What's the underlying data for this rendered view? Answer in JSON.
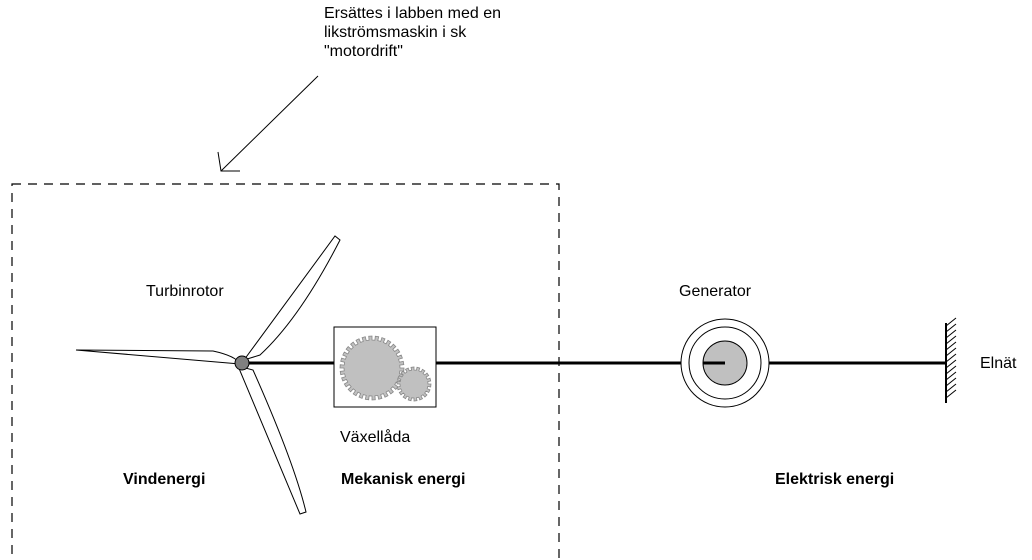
{
  "note": {
    "lines": [
      "Ersättes i labben med en",
      "likströmsmaskin i sk",
      "\"motordrift\""
    ]
  },
  "labels": {
    "turbine_rotor": "Turbinrotor",
    "gearbox": "Växellåda",
    "generator": "Generator",
    "grid": "Elnät"
  },
  "energy": {
    "wind": "Vindenergi",
    "mechanical": "Mekanisk energi",
    "electrical": "Elektrisk energi"
  },
  "colors": {
    "line": "#000000",
    "gear_fill": "#c0c0c0",
    "hub_fill": "#808080",
    "generator_core": "#c0c0c0"
  }
}
